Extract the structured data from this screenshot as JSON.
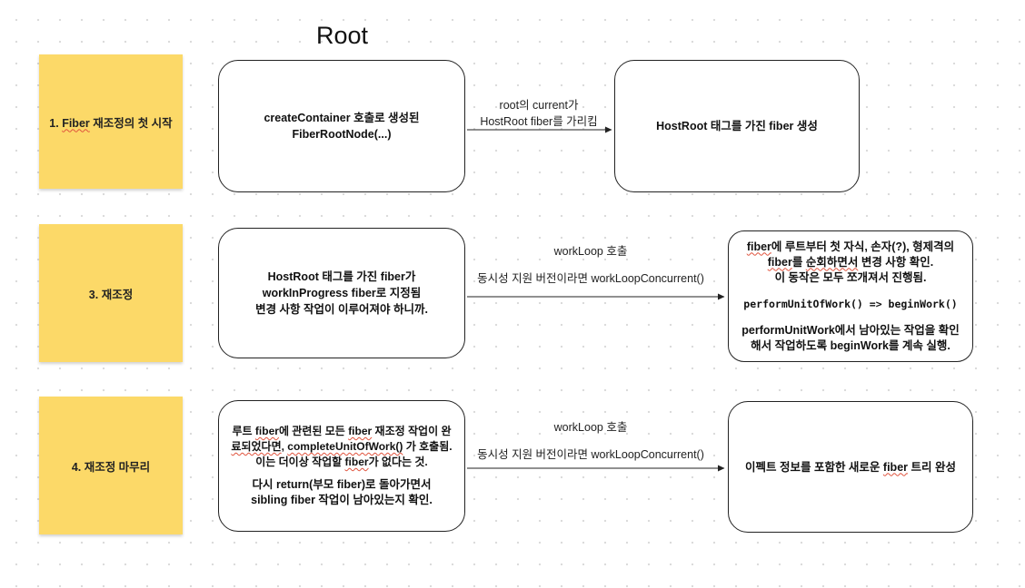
{
  "title": "Root",
  "stickies": [
    {
      "id": "s1",
      "pre": "1. ",
      "word": "Fiber",
      "post": " 재조정의 첫 시작"
    },
    {
      "id": "s3",
      "text": "3. 재조정"
    },
    {
      "id": "s4",
      "text": "4. 재조정 마무리"
    }
  ],
  "row1": {
    "left_box": {
      "line1": "createContainer 호출로 생성된",
      "line2": "FiberRootNode(...)"
    },
    "arrow_label": {
      "line1": "root의 current가",
      "line2": "HostRoot fiber를 가리킴"
    },
    "right_box": {
      "text": "HostRoot 태그를 가진 fiber 생성"
    }
  },
  "row2": {
    "left_box": {
      "line1": "HostRoot 태그를 가진 fiber가",
      "line2": "workInProgress fiber로 지정됨",
      "line3": "변경 사항 작업이 이루어져야 하니까."
    },
    "arrow_label": {
      "line1": "workLoop 호출",
      "line2": "동시성 지원 버전이라면 workLoopConcurrent()"
    },
    "right_box": {
      "l1_w1": "fiber",
      "l1_rest": "에 루트부터 첫 자식, 손자(?), 형제격의",
      "l2_w1": "fiber",
      "l2_mid": "를 ",
      "l2_w2": "순회하면서",
      "l2_rest": " 변경 사항 확인.",
      "l3": "이 동작은 모두 쪼개져서 진행됨.",
      "code": "performUnitOfWork() => beginWork()",
      "l5": "performUnitWork에서 남아있는 작업을 확인",
      "l6": "해서 작업하도록 beginWork를 계속 실행."
    }
  },
  "row3": {
    "left_box": {
      "l1_a": "루트 ",
      "l1_w1": "fiber",
      "l1_b": "에 관련된 모든 ",
      "l1_w2": "fiber",
      "l1_c": " 재조정 작업이 완",
      "l2_w1": "료되었다면",
      "l2_a": ", ",
      "l2_w2": "completeUnitOfWork()",
      "l2_b": " 가 호출됨.",
      "l3_a": "이는 더이상 작업할 ",
      "l3_w": "fiber",
      "l3_b": "가 없다는 것.",
      "l4": "다시 return(부모 fiber)로 돌아가면서",
      "l5": "sibling fiber 작업이 남아있는지 확인."
    },
    "arrow_label": {
      "line1": "workLoop 호출",
      "line2": "동시성 지원 버전이라면 workLoopConcurrent()"
    },
    "right_box": {
      "a": "이펙트 정보를 포함한 새로운 ",
      "w": "fiber",
      "b": " 트리 완성"
    }
  }
}
